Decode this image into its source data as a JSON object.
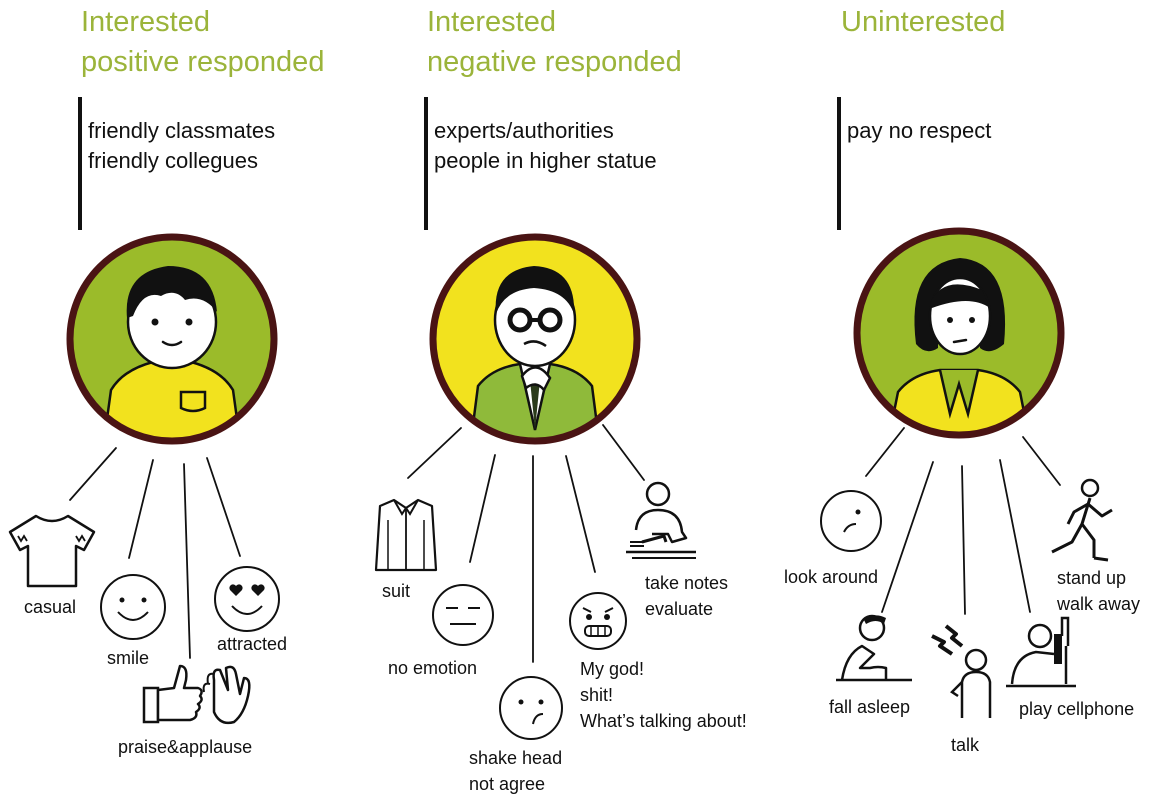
{
  "groups": [
    {
      "title": "Interested\npositive responded",
      "description": "friendly classmates\nfriendly collegues",
      "behaviors": [
        "casual",
        "smile",
        "attracted",
        "praise&applause"
      ]
    },
    {
      "title": "Interested\nnegative responded",
      "description": "experts/authorities\npeople in higher statue",
      "behaviors": [
        "suit",
        "no emotion",
        "shake head\nnot agree",
        "My god!\nshit!\nWhat’s talking about!",
        "take notes\nevaluate"
      ]
    },
    {
      "title": "Uninterested",
      "description": "pay no respect",
      "behaviors": [
        "look around",
        "fall asleep",
        "talk",
        "play cellphone",
        "stand up\nwalk away"
      ]
    }
  ],
  "colors": {
    "title": "#9bb43a",
    "avatar_border": "#4a1414",
    "avatar_green": "#9bbb2a",
    "avatar_yellow": "#f2e21e",
    "ink": "#111111"
  }
}
